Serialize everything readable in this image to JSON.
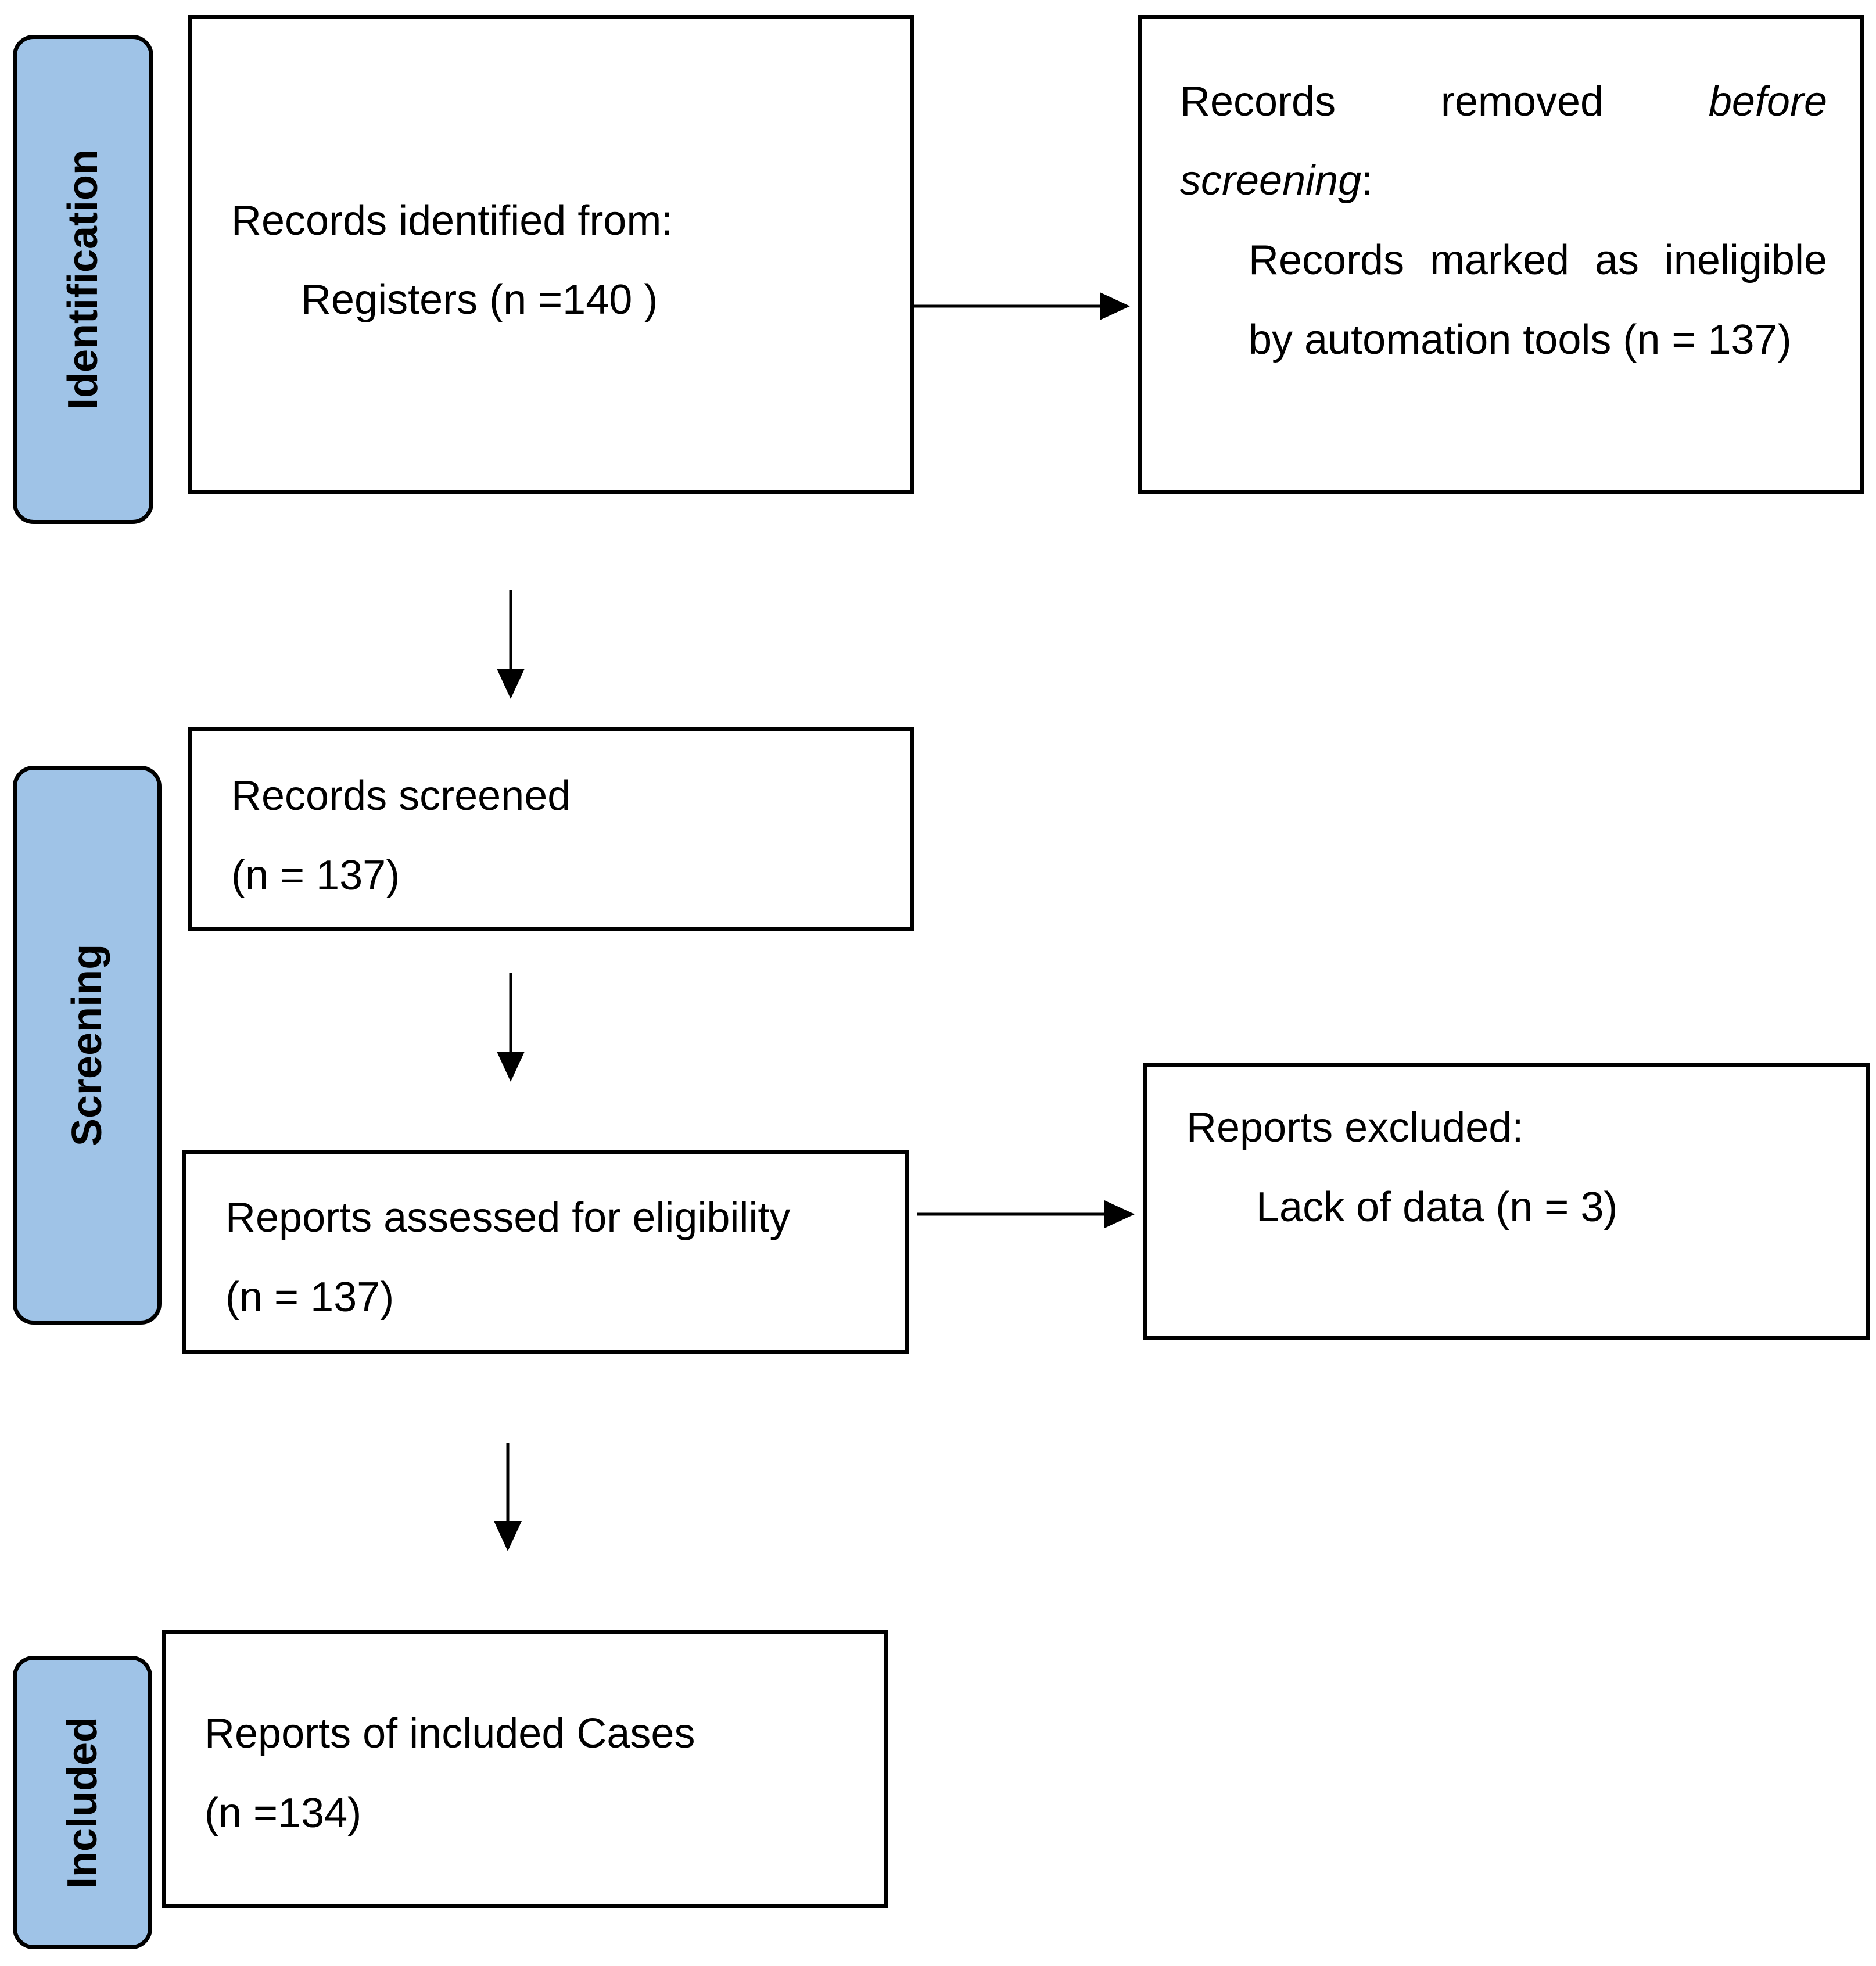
{
  "phases": {
    "identification": "Identification",
    "screening": "Screening",
    "included": "Included"
  },
  "identification_box": {
    "line1": "Records identified from:",
    "line2": "Registers (n =140 )"
  },
  "removed_box": {
    "word1": "Records",
    "word2": "removed",
    "word3_italic": "before",
    "word4_italic": "screening",
    "colon": ":",
    "line2": "Records marked as ineligible",
    "line3": "by automation tools (n = 137)"
  },
  "screened_box": {
    "line1": "Records screened",
    "line2": "(n = 137)"
  },
  "assessed_box": {
    "line1": "Reports assessed for eligibility",
    "line2": "(n = 137)"
  },
  "excluded_box": {
    "line1": "Reports excluded:",
    "line2": "Lack of data (n = 3)"
  },
  "included_box": {
    "line1": "Reports of included Cases",
    "line2": "(n =134)"
  }
}
